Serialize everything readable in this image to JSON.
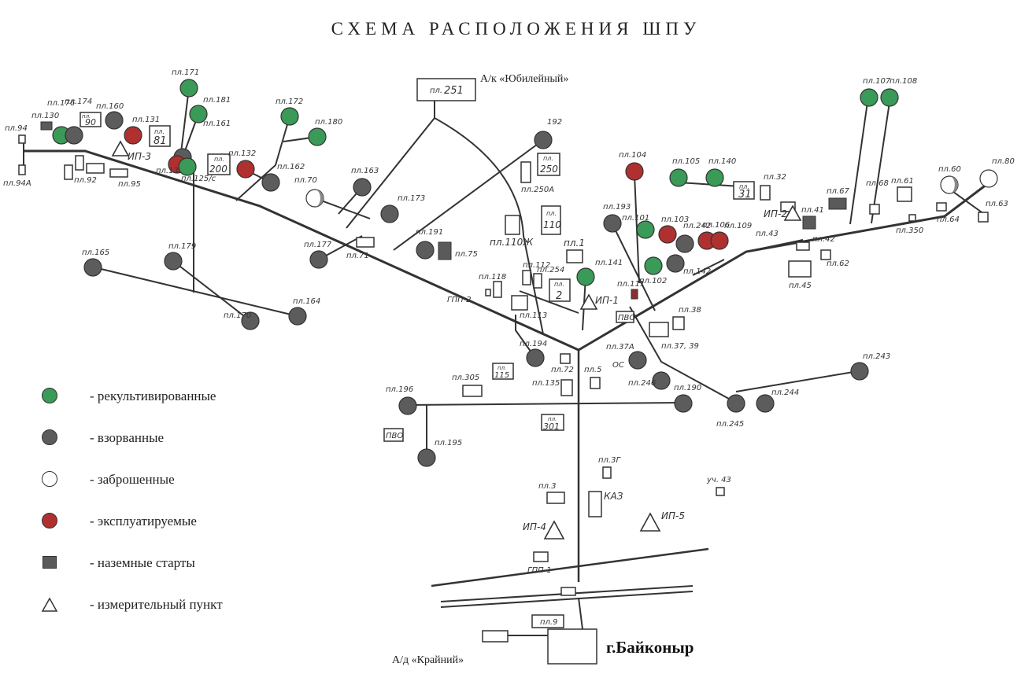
{
  "title": "СХЕМА РАСПОЛОЖЕНИЯ ШПУ",
  "colors": {
    "recultivated": "#3a9a57",
    "exploded": "#5c5c5c",
    "abandoned": "#ffffff",
    "operated": "#b03030",
    "ground_start": "#5a5a5a",
    "road": "#333333"
  },
  "places": {
    "jubilee": "А/к «Юбилейный»",
    "krainiy": "А/д «Крайний»",
    "city": "г.Байконыр"
  },
  "legend": [
    {
      "symbol": "circle",
      "status": "recultivated",
      "label": "- рекультивированные"
    },
    {
      "symbol": "circle",
      "status": "exploded",
      "label": "- взорванные"
    },
    {
      "symbol": "circle",
      "status": "abandoned",
      "label": "- заброшенные"
    },
    {
      "symbol": "circle",
      "status": "operated",
      "label": "- эксплуатируемые"
    },
    {
      "symbol": "square",
      "status": "ground_start",
      "label": "- наземные старты"
    },
    {
      "symbol": "triangle",
      "status": "measurement",
      "label": "- измерительный пункт"
    }
  ],
  "silos": [
    {
      "label": "пл.176",
      "status": "recultivated"
    },
    {
      "label": "пл.174",
      "status": "exploded"
    },
    {
      "label": "пл.160",
      "status": "exploded"
    },
    {
      "label": "пл.131",
      "status": "operated"
    },
    {
      "label": "пл.171",
      "status": "recultivated"
    },
    {
      "label": "пл.181",
      "status": "recultivated"
    },
    {
      "label": "пл.161",
      "status": "exploded"
    },
    {
      "label": "пл.135",
      "status": "operated"
    },
    {
      "label": "пл.125/с",
      "status": "recultivated"
    },
    {
      "label": "пл.132",
      "status": "operated"
    },
    {
      "label": "пл.172",
      "status": "recultivated"
    },
    {
      "label": "пл.180",
      "status": "recultivated"
    },
    {
      "label": "пл.162",
      "status": "exploded"
    },
    {
      "label": "пл.70",
      "status": "abandoned"
    },
    {
      "label": "пл.163",
      "status": "exploded"
    },
    {
      "label": "пл.173",
      "status": "exploded"
    },
    {
      "label": "пл.177",
      "status": "exploded"
    },
    {
      "label": "пл.191",
      "status": "exploded"
    },
    {
      "label": "192",
      "status": "exploded"
    },
    {
      "label": "пл.165",
      "status": "exploded"
    },
    {
      "label": "пл.179",
      "status": "exploded"
    },
    {
      "label": "пл.170",
      "status": "exploded"
    },
    {
      "label": "пл.164",
      "status": "exploded"
    },
    {
      "label": "пл.104",
      "status": "operated"
    },
    {
      "label": "пл.105",
      "status": "recultivated"
    },
    {
      "label": "пл.140",
      "status": "recultivated"
    },
    {
      "label": "пл.193",
      "status": "exploded"
    },
    {
      "label": "пл.101",
      "status": "recultivated"
    },
    {
      "label": "пл.103",
      "status": "operated"
    },
    {
      "label": "пл.242",
      "status": "exploded"
    },
    {
      "label": "пл.106",
      "status": "operated"
    },
    {
      "label": "пл.109",
      "status": "operated"
    },
    {
      "label": "пл.102",
      "status": "recultivated"
    },
    {
      "label": "пл.142",
      "status": "exploded"
    },
    {
      "label": "пл.141",
      "status": "recultivated"
    },
    {
      "label": "пл.107",
      "status": "recultivated"
    },
    {
      "label": "пл.108",
      "status": "recultivated"
    },
    {
      "label": "пл.60",
      "status": "abandoned"
    },
    {
      "label": "пл.80",
      "status": "abandoned"
    },
    {
      "label": "пл.194",
      "status": "exploded"
    },
    {
      "label": "ОС",
      "status": "exploded"
    },
    {
      "label": "пл.246",
      "status": "exploded"
    },
    {
      "label": "пл.190",
      "status": "exploded"
    },
    {
      "label": "пл.245",
      "status": "exploded"
    },
    {
      "label": "пл.244",
      "status": "exploded"
    },
    {
      "label": "пл.243",
      "status": "exploded"
    },
    {
      "label": "пл.196",
      "status": "exploded"
    },
    {
      "label": "пл.195",
      "status": "exploded"
    }
  ],
  "ground_starts": [
    "пл.130",
    "пл.75",
    "пл.67",
    "пл.41",
    "пл.111"
  ],
  "measurement_points": [
    "ИП-3",
    "ИП-1",
    "ИП-2",
    "ИП-4",
    "ИП-5"
  ],
  "boxes": {
    "p251": {
      "top": "пл.",
      "num": "251"
    },
    "p90": {
      "top": "пл.",
      "num": "90"
    },
    "p81": {
      "top": "пл.",
      "num": "81"
    },
    "p200": {
      "top": "пл.",
      "num": "200"
    },
    "p250": {
      "top": "пл.",
      "num": "250"
    },
    "p110": {
      "top": "пл.",
      "num": "110"
    },
    "p31": {
      "top": "пл.",
      "num": "31"
    },
    "p2": {
      "top": "пл.",
      "num": "2"
    },
    "p301": {
      "top": "пл.",
      "num": "301"
    },
    "p115": {
      "top": "пл.",
      "num": "115"
    }
  },
  "labels": {
    "p94": "пл.94",
    "p94a": "пл.94А",
    "p92": "пл.92",
    "p95": "пл.95",
    "p71": "пл.71",
    "p250a": "пл.250А",
    "p110zh": "пл.110Ж",
    "p112": "пл.112",
    "p254": "пл.254",
    "p1": "пл.1",
    "p118": "пл.118",
    "gpp2": "ГПП-2",
    "p113": "пл.113",
    "p32": "пл.32",
    "p43": "пл.43",
    "p42": "пл.42",
    "p45": "пл.45",
    "p62": "пл.62",
    "p68": "пл.68",
    "p61": "пл.61",
    "p64": "пл.64",
    "p63": "пл.63",
    "p350": "пл.350",
    "p38": "пл.38",
    "p37": "пл.37А",
    "p3739": "пл.37, 39",
    "p72": "пл.72",
    "p5": "пл.5",
    "p135zh": "пл.135",
    "p305": "пл.305",
    "p3g": "пл.3Г",
    "p3": "пл.3",
    "kaz": "КАЗ",
    "u43": "уч. 43",
    "gpp1": "ГПП-1",
    "p9": "пл.9",
    "pbo1": "ПВО",
    "pbo2": "ПВО"
  }
}
